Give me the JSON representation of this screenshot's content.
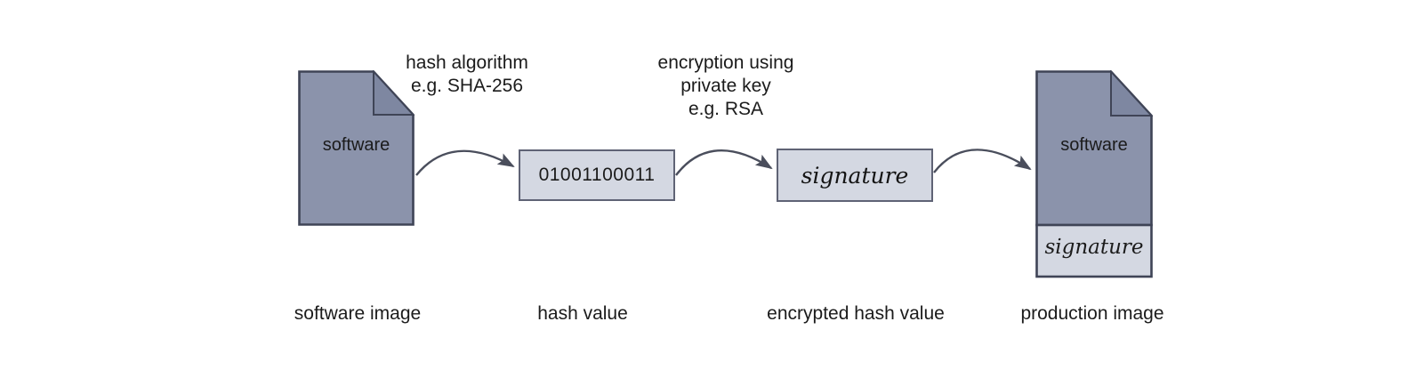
{
  "diagram": {
    "title_context": "code signing process",
    "process_labels": {
      "hash_step": "hash algorithm\ne.g. SHA-256",
      "encrypt_step": "encryption using\nprivate key\ne.g. RSA"
    },
    "nodes": {
      "source_doc_label": "software",
      "hash_box_value": "01001100011",
      "signature_box_label": "signature",
      "production_doc_label": "software",
      "production_signature_label": "signature"
    },
    "captions": {
      "source": "software image",
      "hash": "hash value",
      "encrypted": "encrypted hash value",
      "production": "production image"
    },
    "colors": {
      "background": "#ffffff",
      "doc_fill": "#8b93ab",
      "doc_fold_fill": "#7e87a1",
      "doc_border": "#3f4456",
      "box_fill": "#d4d8e2",
      "box_border": "#5f6375",
      "arrow": "#4a4e5c",
      "text": "#1b1b1b"
    }
  }
}
